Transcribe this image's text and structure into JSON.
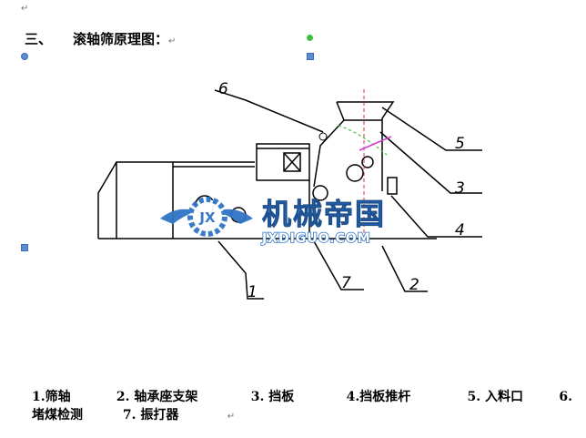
{
  "document": {
    "heading_number": "三、",
    "heading_text": "滚轴筛原理图：",
    "paragraph_mark": "↵"
  },
  "diagram": {
    "callout_labels": [
      "6",
      "5",
      "3",
      "4",
      "1",
      "7",
      "2"
    ],
    "watermark_text": "机械帝国",
    "watermark_subtext": "JXDIGUO.COM",
    "watermark_logo_letters": "JX"
  },
  "legend": {
    "row1": [
      {
        "num": "1.",
        "text": "筛轴"
      },
      {
        "num": "2.",
        "text": "轴承座支架"
      },
      {
        "num": "3.",
        "text": "挡板"
      },
      {
        "num": "4.",
        "text": "挡板推杆"
      },
      {
        "num": "5.",
        "text": "入料口"
      },
      {
        "num": "6.",
        "text": ""
      }
    ],
    "row2": [
      {
        "num": "",
        "text": "堵煤检测"
      },
      {
        "num": "7.",
        "text": "振打器"
      }
    ]
  }
}
